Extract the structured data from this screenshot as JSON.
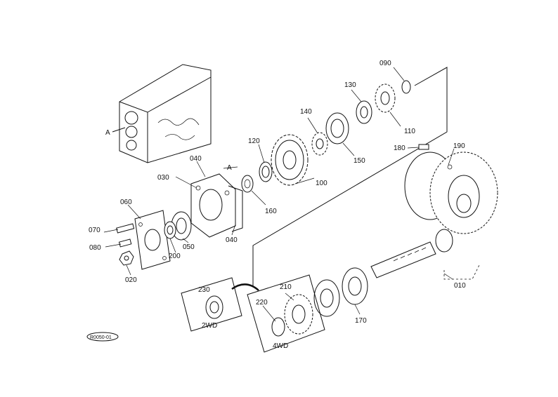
{
  "diagram": {
    "labels": {
      "p010": "010",
      "p020": "020",
      "p030": "030",
      "p040a": "040",
      "p040b": "040",
      "p050": "050",
      "p060": "060",
      "p070": "070",
      "p080": "080",
      "p090": "090",
      "p100": "100",
      "p110": "110",
      "p120": "120",
      "p130": "130",
      "p140": "140",
      "p150": "150",
      "p160": "160",
      "p170": "170",
      "p180": "180",
      "p190": "190",
      "p200": "200",
      "p210": "210",
      "p220": "220",
      "p230": "230"
    },
    "view_a_left": "A",
    "view_a_right": "A",
    "label_2wd": "2WD",
    "label_4wd": "4WD",
    "figure_code": "R0050-01"
  }
}
